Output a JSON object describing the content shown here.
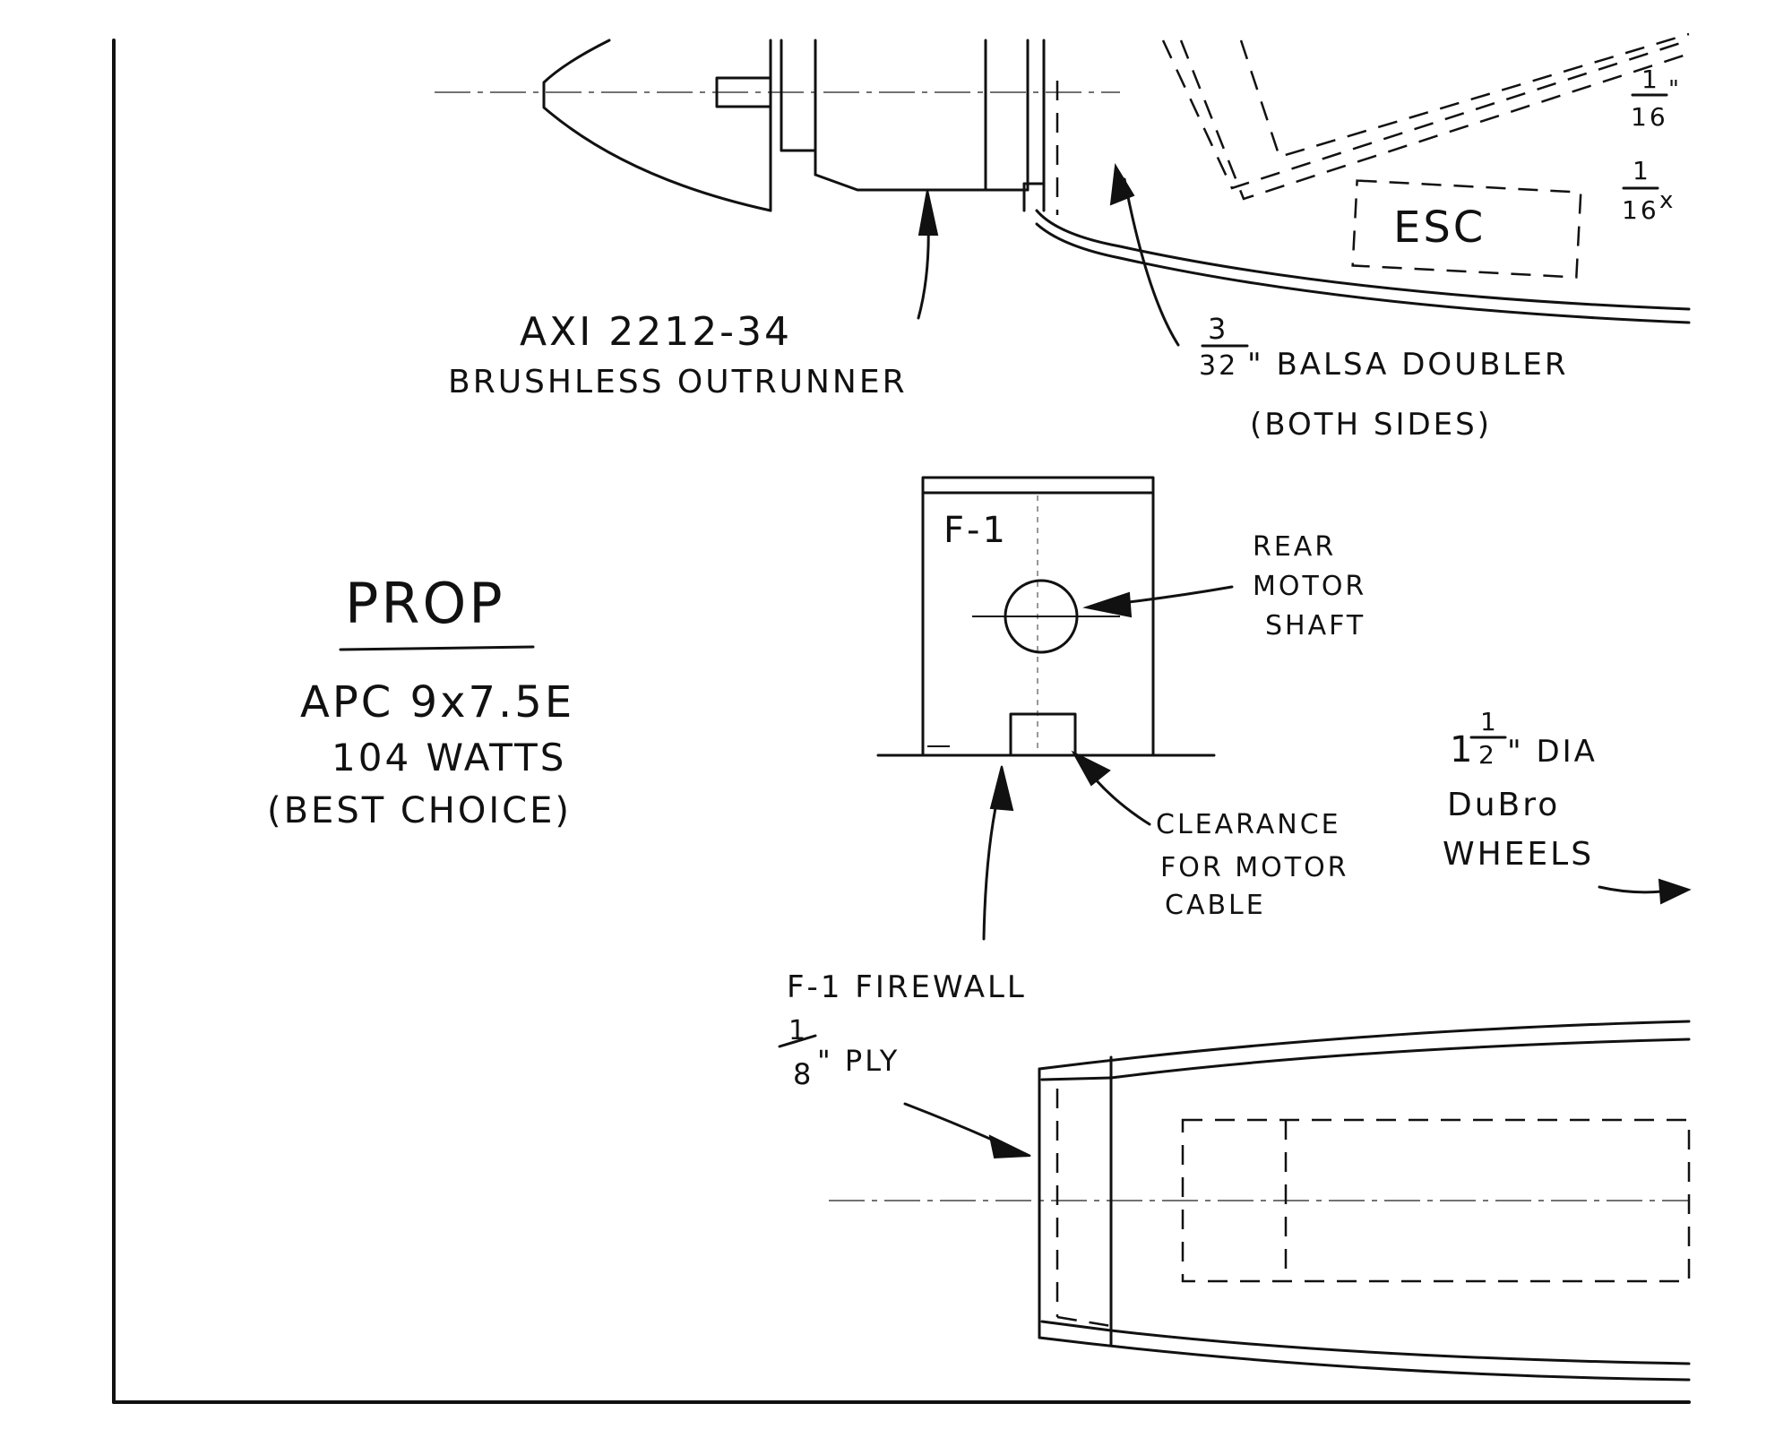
{
  "labels": {
    "motor_line1": "AXI 2212-34",
    "motor_line2": "BRUSHLESS OUTRUNNER",
    "doubler_num": "3",
    "doubler_den": "32",
    "doubler_text": "\" BALSA DOUBLER",
    "doubler_note": "(BOTH SIDES)",
    "esc": "ESC",
    "edge_frac1_num": "1",
    "edge_frac1_den": "16",
    "edge_frac1_suffix": "\"",
    "edge_frac2_num": "1",
    "edge_frac2_den": "16",
    "edge_frac2_suffix": "x",
    "prop_title": "PROP",
    "prop_line1": "APC 9x7.5E",
    "prop_line2": "104 WATTS",
    "prop_line3": "(BEST CHOICE)",
    "firewall_tag": "F-1",
    "rear_shaft_line1": "REAR",
    "rear_shaft_line2": "MOTOR",
    "rear_shaft_line3": "SHAFT",
    "clearance_line1": "CLEARANCE",
    "clearance_line2": "FOR MOTOR",
    "clearance_line3": "CABLE",
    "wheels_whole": "1",
    "wheels_num": "1",
    "wheels_den": "2",
    "wheels_text": "\" DIA",
    "wheels_line2": "DuBro",
    "wheels_line3": "WHEELS",
    "firewall_line1": "F-1  FIREWALL",
    "firewall_num": "1",
    "firewall_den": "8",
    "firewall_text": "\" PLY"
  }
}
